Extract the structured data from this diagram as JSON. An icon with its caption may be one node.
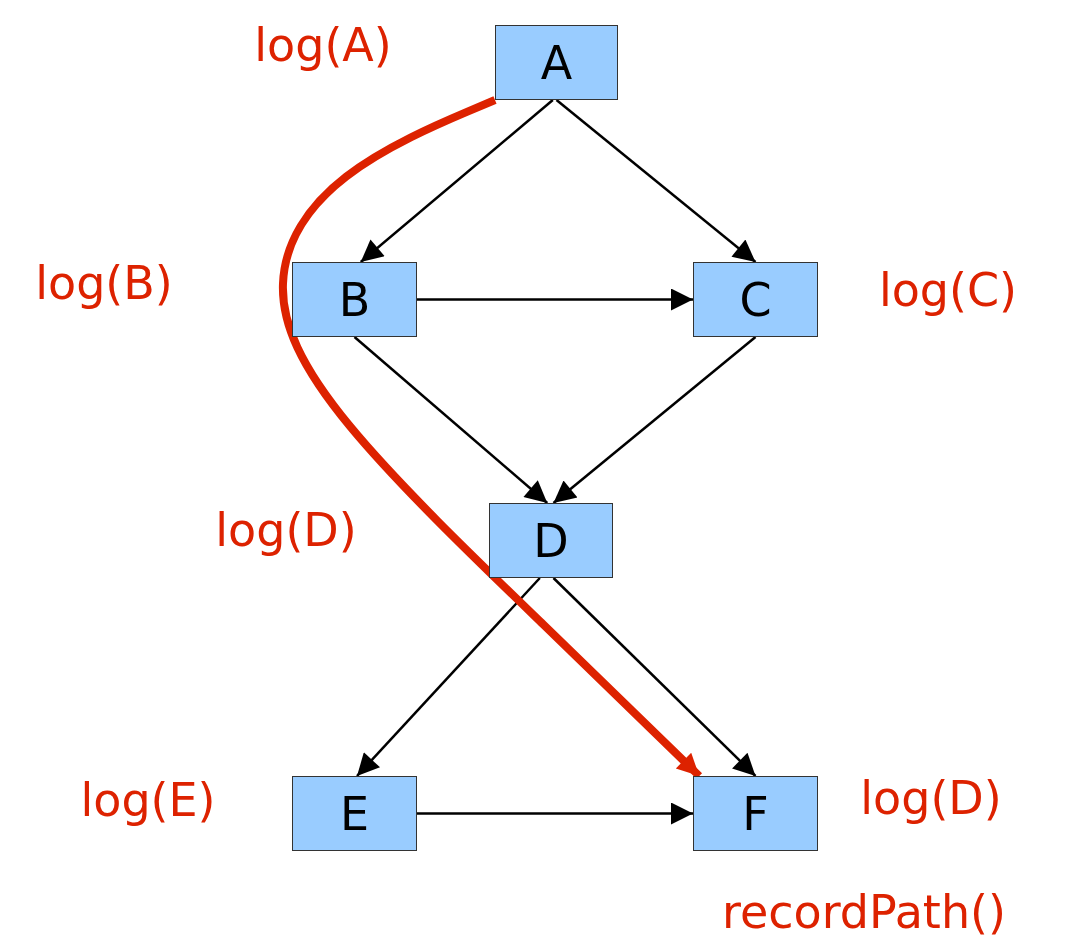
{
  "diagram": {
    "nodes": [
      {
        "text": [
          "A"
        ],
        "beside": [
          "log(A)"
        ]
      },
      {
        "text": [
          "B"
        ],
        "beside": [
          "log(B)"
        ]
      },
      {
        "text": [
          "C"
        ],
        "beside": [
          "log(C)"
        ]
      },
      {
        "text": [
          "D"
        ],
        "beside": [
          "log(D)"
        ]
      },
      {
        "text": [
          "E"
        ],
        "beside": [
          "log(E)"
        ]
      },
      {
        "text": [
          "F"
        ],
        "beside": [
          "log(D)",
          "recordPath()"
        ]
      }
    ],
    "edges": [
      {
        "from": 0,
        "to": 1,
        "arrow": "to"
      },
      {
        "from": 0,
        "to": 2,
        "arrow": "to"
      },
      {
        "from": 1,
        "to": 2,
        "arrow": "to"
      },
      {
        "from": 1,
        "to": 3,
        "arrow": "to"
      },
      {
        "from": 2,
        "to": 3,
        "arrow": "to"
      },
      {
        "from": 3,
        "to": 4,
        "arrow": "to"
      },
      {
        "from": 3,
        "to": 5,
        "arrow": "to"
      },
      {
        "from": 4,
        "to": 5,
        "arrow": "to"
      },
      {
        "from": 0,
        "to": 5,
        "arrow": "to",
        "style": "thick",
        "color": "#dd2200"
      }
    ]
  }
}
